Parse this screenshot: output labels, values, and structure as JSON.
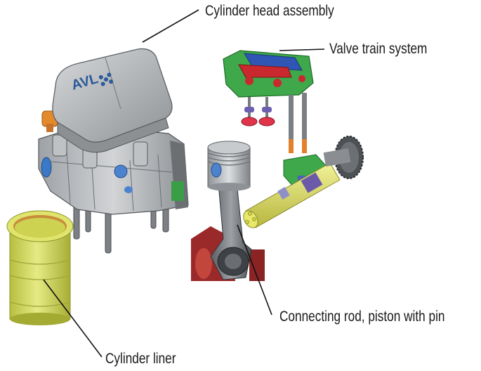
{
  "labels": {
    "cylinder_head": "Cylinder head assembly",
    "valve_train": "Valve train system",
    "connecting_rod": "Connecting rod, piston with pin",
    "cylinder_liner": "Cylinder liner"
  },
  "logo_text": "AVL",
  "colors": {
    "head_cover": "#b9bcbf",
    "block": "#c4c7ca",
    "liner": "#d8de6a",
    "valve_plate": "#3ea84a",
    "rocker": "#c9282e",
    "valve_head": "#e0344a",
    "camshaft": "#e8e86a",
    "piston": "#c8cbce",
    "leader": "#111111"
  }
}
